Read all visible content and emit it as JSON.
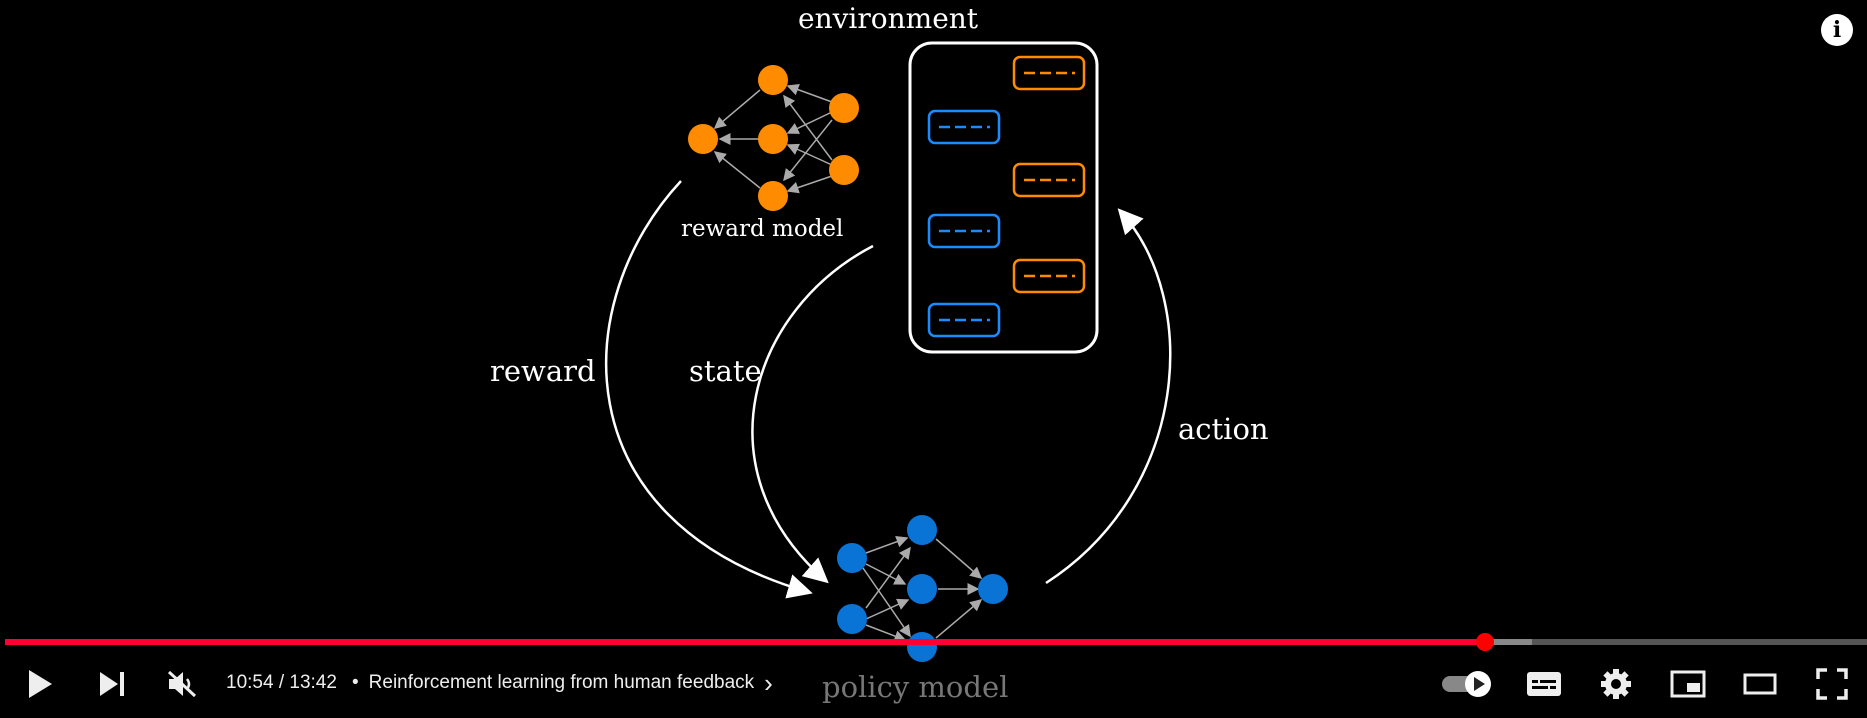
{
  "diagram": {
    "environment_label": "environment",
    "reward_model_label": "reward model",
    "policy_model_label": "policy model",
    "reward_label": "reward",
    "state_label": "state",
    "action_label": "action",
    "colors": {
      "reward_model": "#ff8c00",
      "policy_model": "#0a74d6",
      "human": "#ff8c00",
      "ai": "#1a8cff"
    }
  },
  "player": {
    "current_time": "10:54",
    "duration": "13:42",
    "time_display": "10:54 / 13:42",
    "separator": "•",
    "chapter_title": "Reinforcement learning from human feedback",
    "chapter_arrow": "›",
    "played_fraction": 0.795,
    "buffered_fraction": 0.82,
    "colors": {
      "progress": "#ff0033",
      "buffered": "#888888",
      "remaining": "#555555"
    },
    "icons": [
      "play-icon",
      "next-icon",
      "muted-icon",
      "autoplay-toggle-icon",
      "subtitles-icon",
      "settings-icon",
      "miniplayer-icon",
      "theater-mode-icon",
      "fullscreen-icon",
      "info-icon"
    ],
    "info": "i"
  }
}
